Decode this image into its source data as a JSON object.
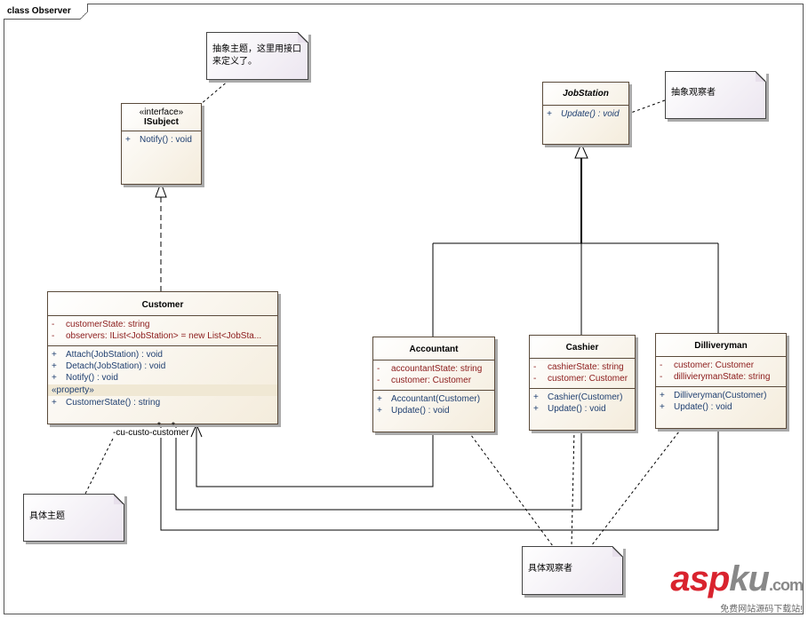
{
  "frame_title": "class Observer",
  "classes": {
    "isubject": {
      "stereotype": "«interface»",
      "name": "ISubject",
      "ops": [
        {
          "vis": "+",
          "text": "Notify() : void"
        }
      ]
    },
    "jobstation": {
      "name": "JobStation",
      "ops": [
        {
          "vis": "+",
          "text": "Update() : void"
        }
      ]
    },
    "customer": {
      "name": "Customer",
      "attrs": [
        {
          "vis": "-",
          "text": "customerState:  string"
        },
        {
          "vis": "-",
          "text": "observers:  IList<JobStation> = new List<JobSta..."
        }
      ],
      "ops": [
        {
          "vis": "+",
          "text": "Attach(JobStation) : void"
        },
        {
          "vis": "+",
          "text": "Detach(JobStation) : void"
        },
        {
          "vis": "+",
          "text": "Notify() : void"
        }
      ],
      "property_label": "«property»",
      "props": [
        {
          "vis": "+",
          "text": "CustomerState() : string"
        }
      ]
    },
    "accountant": {
      "name": "Accountant",
      "attrs": [
        {
          "vis": "-",
          "text": "accountantState:  string"
        },
        {
          "vis": "-",
          "text": "customer:  Customer"
        }
      ],
      "ops": [
        {
          "vis": "+",
          "text": "Accountant(Customer)"
        },
        {
          "vis": "+",
          "text": "Update() : void"
        }
      ]
    },
    "cashier": {
      "name": "Cashier",
      "attrs": [
        {
          "vis": "-",
          "text": "cashierState:  string"
        },
        {
          "vis": "-",
          "text": "customer:  Customer"
        }
      ],
      "ops": [
        {
          "vis": "+",
          "text": "Cashier(Customer)"
        },
        {
          "vis": "+",
          "text": "Update() : void"
        }
      ]
    },
    "dilliveryman": {
      "name": "Dilliveryman",
      "attrs": [
        {
          "vis": "-",
          "text": "customer:  Customer"
        },
        {
          "vis": "-",
          "text": "dillivierymanState:  string"
        }
      ],
      "ops": [
        {
          "vis": "+",
          "text": "Dilliveryman(Customer)"
        },
        {
          "vis": "+",
          "text": "Update() : void"
        }
      ]
    }
  },
  "notes": {
    "abstract_subject": "抽象主题，这里用接口来定义了。",
    "abstract_observer": "抽象观察者",
    "concrete_subject": "具体主题",
    "concrete_observer": "具体观察者"
  },
  "role_labels": {
    "customer_assoc": "-cu-custo-customer"
  },
  "multiplicities": {
    "star": "*"
  },
  "watermark": {
    "brand_red": "asp",
    "brand_gray": "ku",
    "suffix": ".com",
    "tagline": "免费网站源码下载站!"
  }
}
